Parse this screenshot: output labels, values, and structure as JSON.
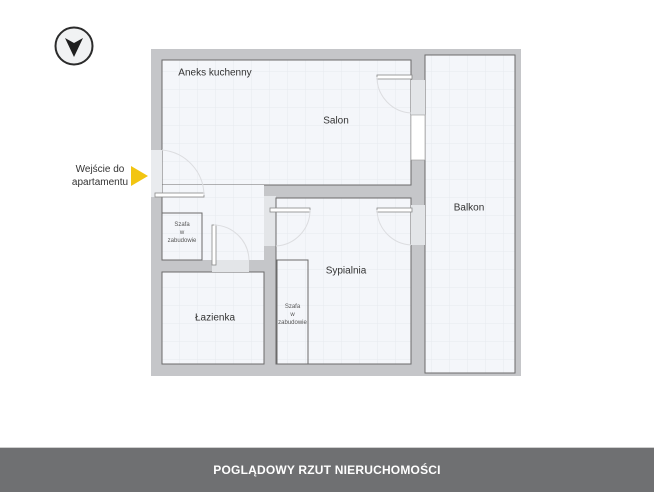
{
  "compass": {
    "icon": "north-arrow-icon"
  },
  "rooms": {
    "kitchen": "Aneks kuchenny",
    "living": "Salon",
    "balcony": "Balkon",
    "bedroom": "Sypialnia",
    "bathroom": "Łazienka",
    "wardrobe1": [
      "Szafa",
      "w",
      "zabudowie"
    ],
    "wardrobe2": [
      "Szafa",
      "w",
      "zabudowie"
    ]
  },
  "entrance": {
    "line1": "Wejście do",
    "line2": "apartamentu",
    "arrow_color": "#f2c511"
  },
  "colors": {
    "wall": "#c5c6c9",
    "floor": "#f4f6fa",
    "grid": "#e6e9ef",
    "outline": "#6b6b6b",
    "footer_bg": "#6f7072"
  },
  "footer": {
    "title": "POGLĄDOWY RZUT NIERUCHOMOŚCI"
  }
}
